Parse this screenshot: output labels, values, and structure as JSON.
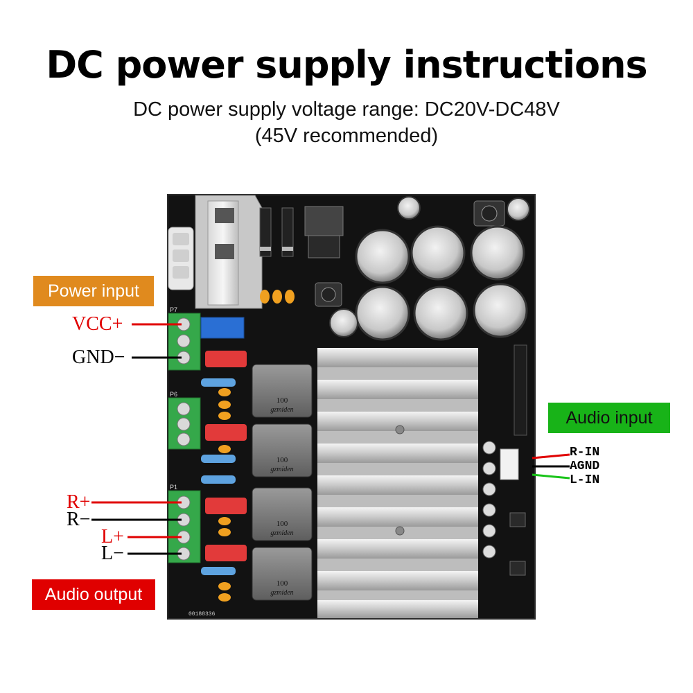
{
  "heading": {
    "title": "DC power supply instructions",
    "subtitle_line1": "DC power supply voltage range: DC20V-DC48V",
    "subtitle_line2": "(45V recommended)"
  },
  "labels": {
    "power_input": "Power input",
    "audio_input": "Audio input",
    "audio_output": "Audio output"
  },
  "power_terminals": {
    "vcc": "VCC+",
    "gnd": "GND−"
  },
  "output_terminals": {
    "r_plus": "R+",
    "r_minus": "R−",
    "l_plus": "L+",
    "l_minus": "L−"
  },
  "input_pins": {
    "r_in": "R-IN",
    "agnd": "AGND",
    "l_in": "L-IN"
  },
  "board": {
    "inductor_text": "100",
    "inductor_brand": "gzmiden",
    "serial": "00188336",
    "connector_p7": "P7",
    "connector_p6": "P6",
    "connector_p1": "P1"
  },
  "colors": {
    "power_tag": "#e08a1e",
    "audio_in_tag": "#18b318",
    "audio_out_tag": "#e00000",
    "wire_red": "#e00000",
    "wire_black": "#000000",
    "wire_green": "#19c419",
    "pcb": "#111111",
    "terminal": "#35a84a"
  }
}
